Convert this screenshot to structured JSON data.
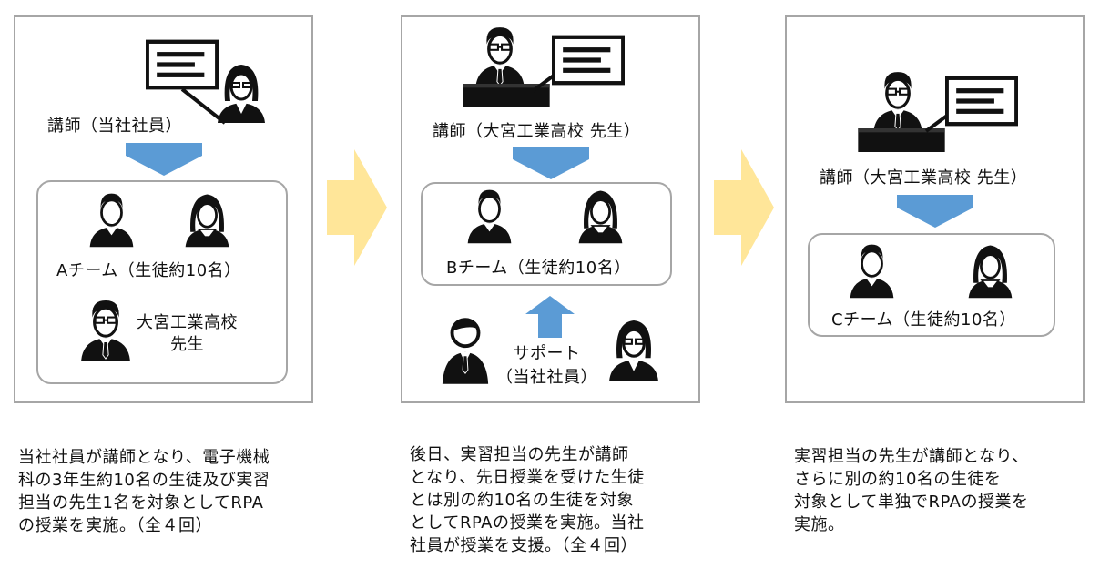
{
  "panel1": {
    "instructor_label": "講師（当社社員）",
    "team_label": "Aチーム（生徒約10名）",
    "teacher_label_line1": "大宮工業高校",
    "teacher_label_line2": "先生"
  },
  "panel2": {
    "instructor_label": "講師（大宮工業高校 先生）",
    "team_label": "Bチーム（生徒約10名）",
    "support_line1": "サポート",
    "support_line2": "（当社社員）"
  },
  "panel3": {
    "instructor_label": "講師（大宮工業高校 先生）",
    "team_label": "Cチーム（生徒約10名）"
  },
  "descriptions": {
    "col1": "当社社員が講師となり、電子機械\n科の3年生約10名の生徒及び実習\n担当の先生1名を対象としてRPA\nの授業を実施。（全４回）",
    "col2": "後日、実習担当の先生が講師\nとなり、先日授業を受けた生徒\nとは別の約10名の生徒を対象\nとしてRPAの授業を実施。当社\n社員が授業を支援。（全４回）",
    "col3": "実習担当の先生が講師となり、\nさらに別の約10名の生徒を\n対象として単独でRPAの授業を\n実施。"
  },
  "colors": {
    "arrow_down": "#5b9bd5",
    "arrow_right": "#ffe699",
    "border": "#a6a6a6"
  }
}
